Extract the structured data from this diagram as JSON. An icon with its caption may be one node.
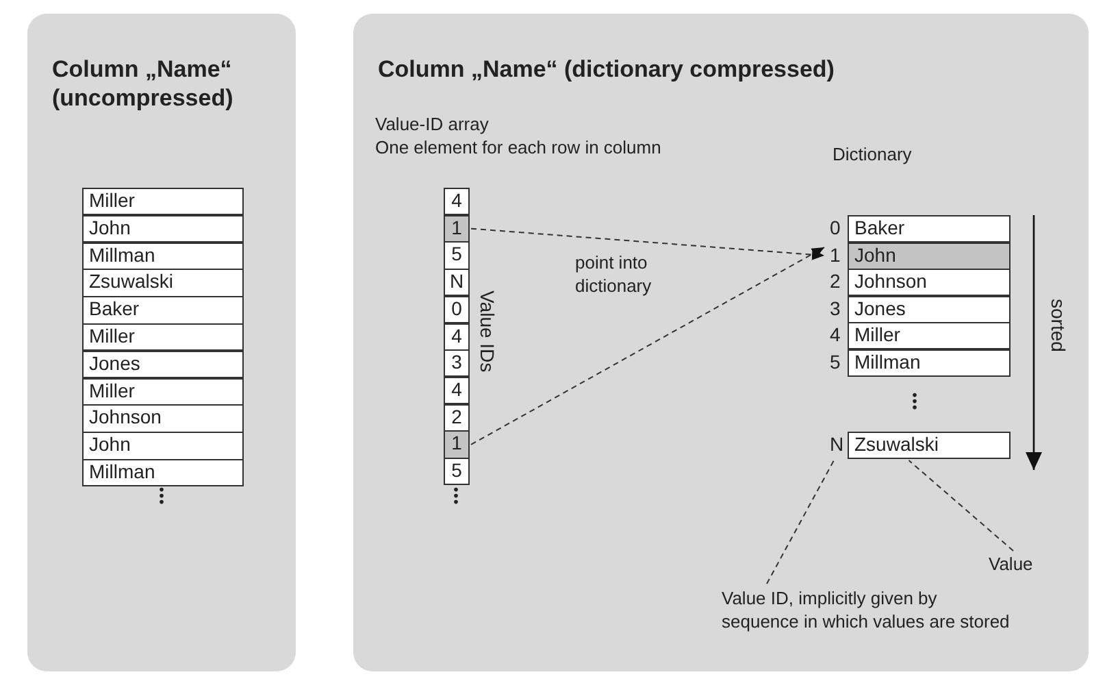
{
  "diagram": {
    "nodes": [
      {
        "text": [
          "Column „Name“ (uncompressed)"
        ]
      },
      {
        "text": [
          "Column „Name“ (dictionary compressed)"
        ]
      },
      {
        "text": [
          "Miller"
        ],
        "in": 0
      },
      {
        "text": [
          "John"
        ],
        "in": 0
      },
      {
        "text": [
          "Millman"
        ],
        "in": 0
      },
      {
        "text": [
          "Zsuwalski"
        ],
        "in": 0
      },
      {
        "text": [
          "Baker"
        ],
        "in": 0
      },
      {
        "text": [
          "Miller"
        ],
        "in": 0
      },
      {
        "text": [
          "Jones"
        ],
        "in": 0
      },
      {
        "text": [
          "Miller"
        ],
        "in": 0
      },
      {
        "text": [
          "Johnson"
        ],
        "in": 0
      },
      {
        "text": [
          "John"
        ],
        "in": 0
      },
      {
        "text": [
          "Millman"
        ],
        "in": 0
      },
      {
        "text": [
          "4"
        ],
        "in": 1
      },
      {
        "text": [
          "1"
        ],
        "in": 1
      },
      {
        "text": [
          "5"
        ],
        "in": 1
      },
      {
        "text": [
          "N"
        ],
        "in": 1
      },
      {
        "text": [
          "0"
        ],
        "in": 1
      },
      {
        "text": [
          "4"
        ],
        "in": 1
      },
      {
        "text": [
          "3"
        ],
        "in": 1
      },
      {
        "text": [
          "4"
        ],
        "in": 1
      },
      {
        "text": [
          "2"
        ],
        "in": 1
      },
      {
        "text": [
          "1"
        ],
        "in": 1
      },
      {
        "text": [
          "5"
        ],
        "in": 1
      },
      {
        "text": [
          "Baker"
        ],
        "beside": [
          "0"
        ],
        "in": 1
      },
      {
        "text": [
          "John"
        ],
        "beside": [
          "1"
        ],
        "in": 1
      },
      {
        "text": [
          "Johnson"
        ],
        "beside": [
          "2"
        ],
        "in": 1
      },
      {
        "text": [
          "Jones"
        ],
        "beside": [
          "3"
        ],
        "in": 1
      },
      {
        "text": [
          "Miller"
        ],
        "beside": [
          "4"
        ],
        "in": 1
      },
      {
        "text": [
          "Millman"
        ],
        "beside": [
          "5"
        ],
        "in": 1
      },
      {
        "text": [
          "Zsuwalski"
        ],
        "beside": [
          "N"
        ],
        "in": 1
      },
      {
        "text": [
          "Value ID, implicitly given by sequence in which values are stored"
        ],
        "in": 1
      },
      {
        "text": [
          "Value"
        ],
        "in": 1
      }
    ],
    "edges": [
      {
        "from": 14,
        "to": 25,
        "arrow": "to",
        "style": "dashed"
      },
      {
        "from": 22,
        "to": 25,
        "arrow": "to",
        "style": "dashed"
      },
      {
        "from": 31,
        "to": 30,
        "arrow": "none",
        "style": "dashed"
      },
      {
        "from": 32,
        "to": 30,
        "arrow": "none",
        "style": "dashed"
      }
    ],
    "labels": [
      "Value-ID array",
      "One element for each row in column",
      "Value IDs",
      "point into dictionary",
      "Dictionary",
      "sorted"
    ]
  }
}
